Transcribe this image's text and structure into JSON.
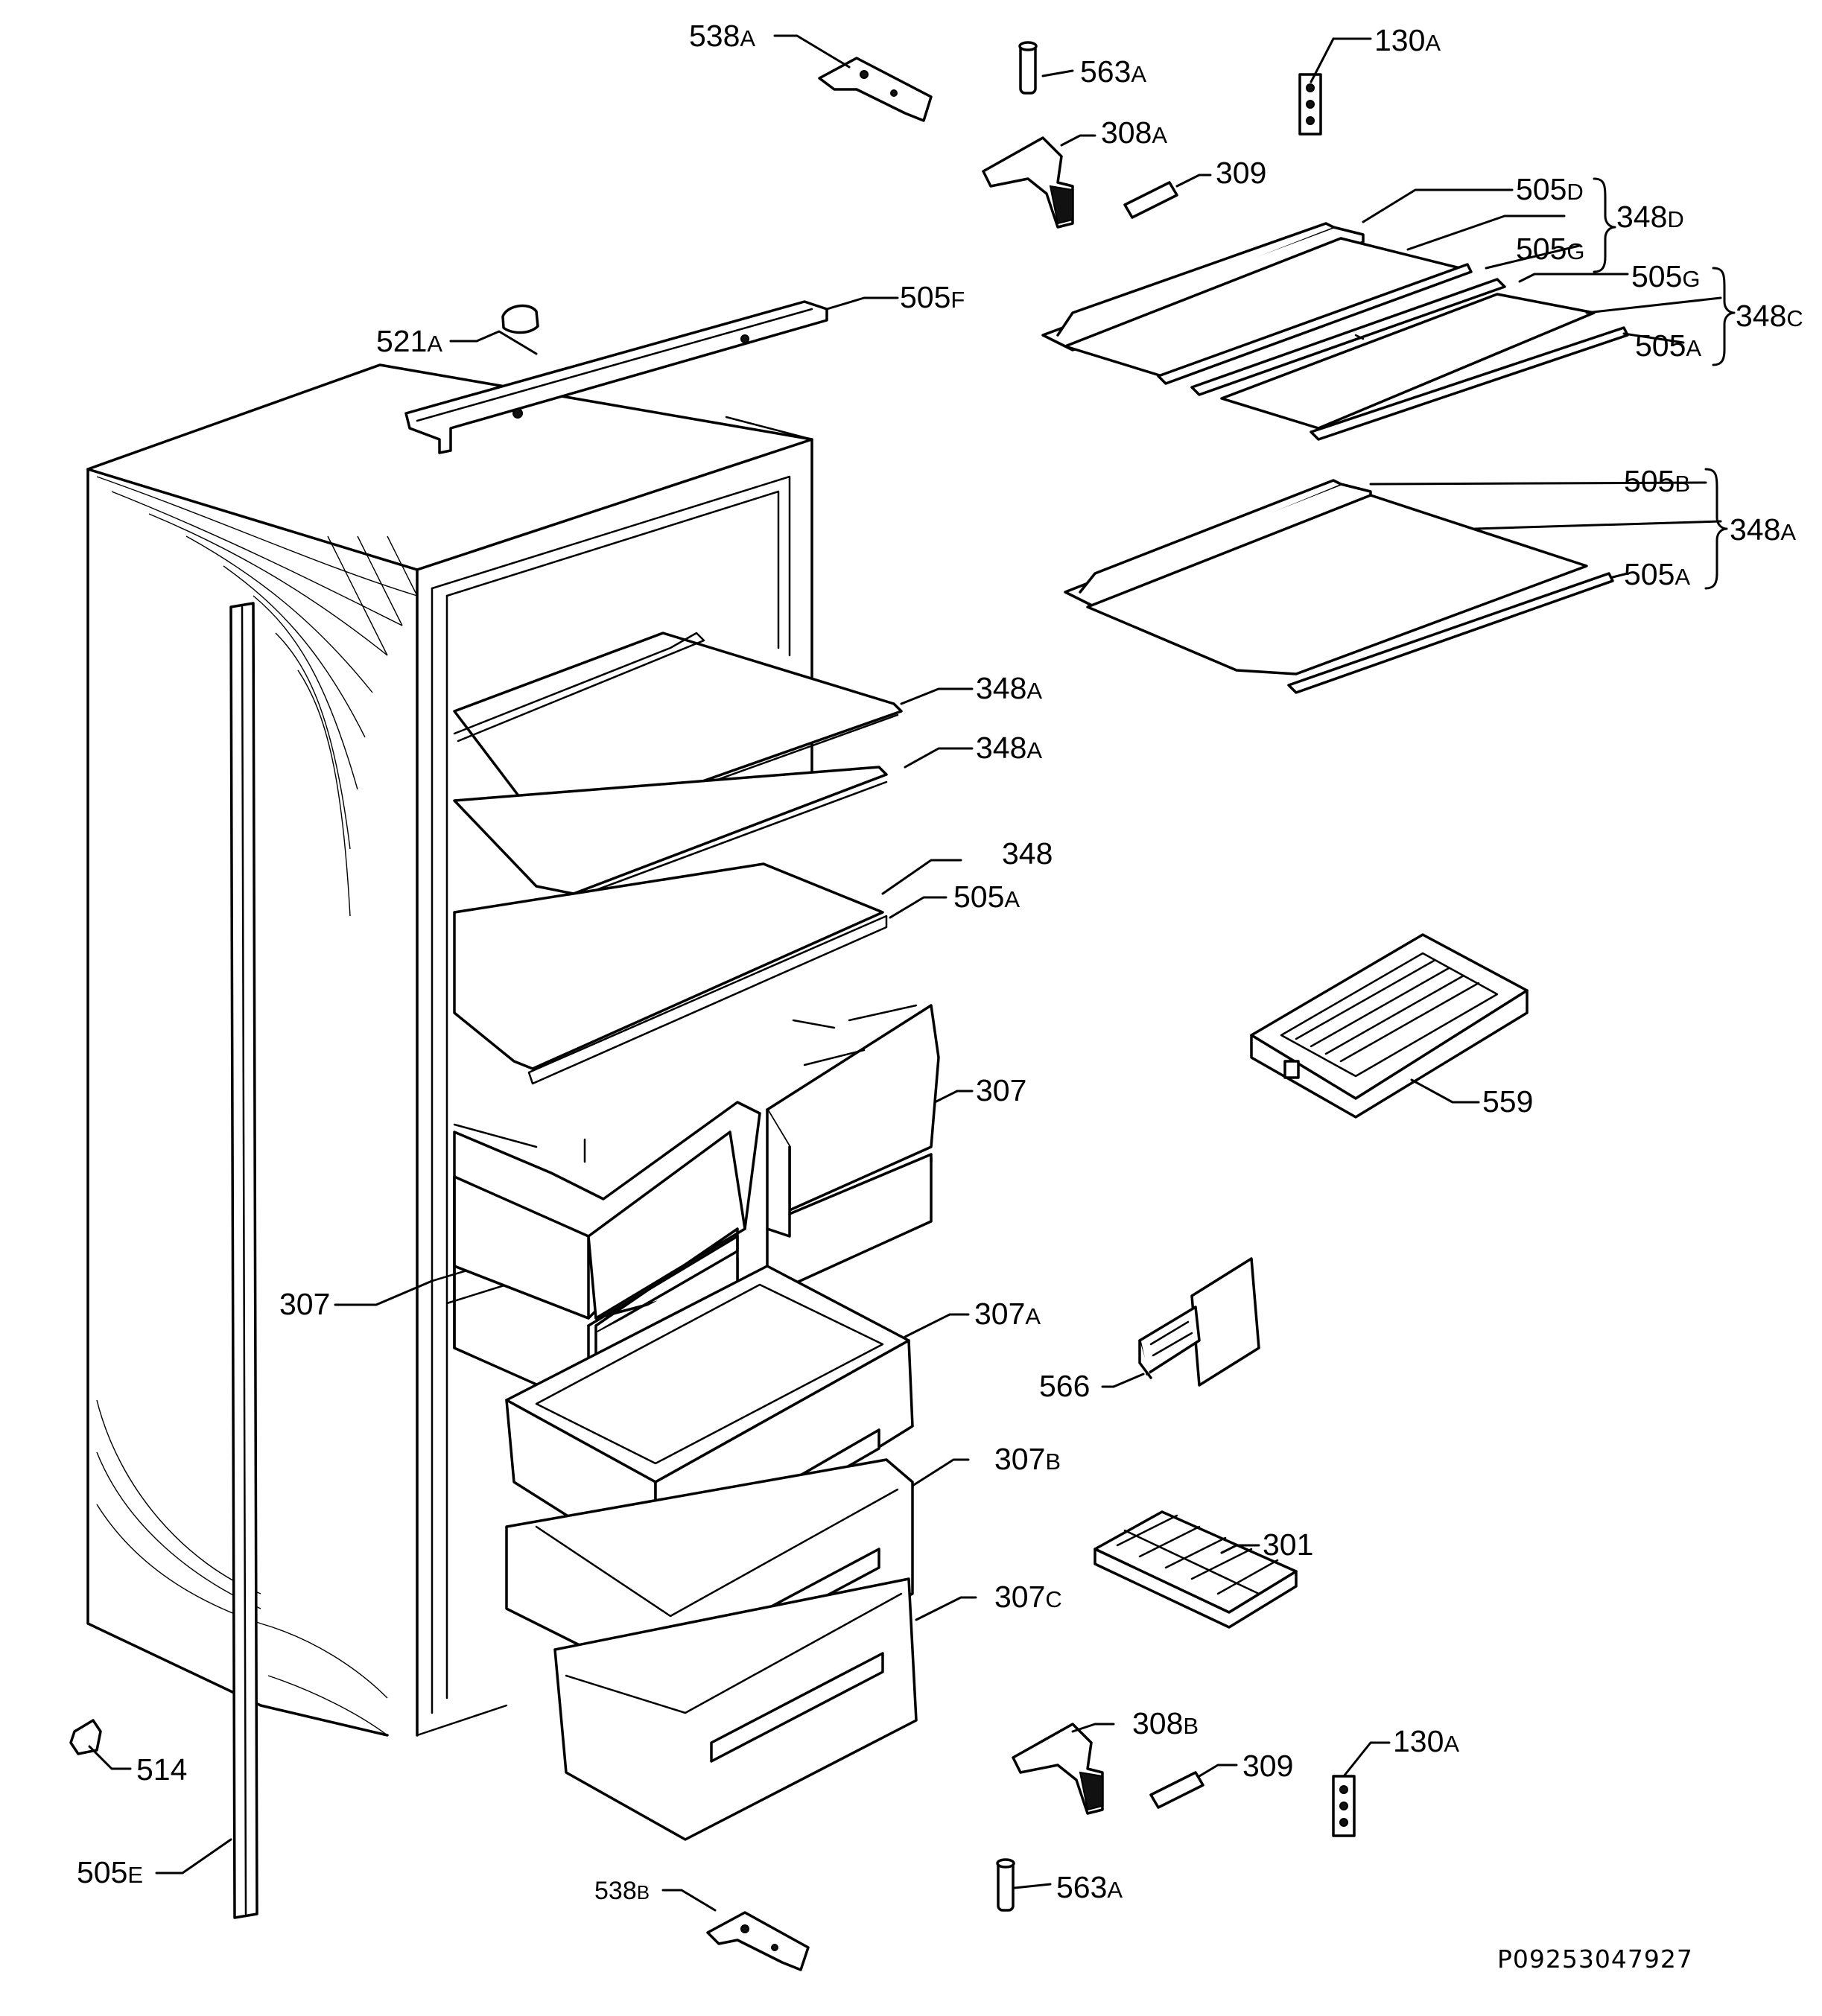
{
  "diagram": {
    "document_code": "P09253047927",
    "labels": [
      {
        "id": "538a",
        "text": "538",
        "suffix": "A"
      },
      {
        "id": "563a-top",
        "text": "563",
        "suffix": "A"
      },
      {
        "id": "130a-top",
        "text": "130",
        "suffix": "A"
      },
      {
        "id": "308a",
        "text": "308",
        "suffix": "A"
      },
      {
        "id": "309-top",
        "text": "309",
        "suffix": ""
      },
      {
        "id": "505d",
        "text": "505",
        "suffix": "D"
      },
      {
        "id": "348d",
        "text": "348",
        "suffix": "D"
      },
      {
        "id": "505g-1",
        "text": "505",
        "suffix": "G"
      },
      {
        "id": "505g-2",
        "text": "505",
        "suffix": "G"
      },
      {
        "id": "348c",
        "text": "348",
        "suffix": "C"
      },
      {
        "id": "505a-1",
        "text": "505",
        "suffix": "A"
      },
      {
        "id": "505f",
        "text": "505",
        "suffix": "F"
      },
      {
        "id": "521a",
        "text": "521",
        "suffix": "A"
      },
      {
        "id": "505b",
        "text": "505",
        "suffix": "B"
      },
      {
        "id": "348a-right",
        "text": "348",
        "suffix": "A"
      },
      {
        "id": "505a-2",
        "text": "505",
        "suffix": "A"
      },
      {
        "id": "348a-1",
        "text": "348",
        "suffix": "A"
      },
      {
        "id": "348a-2",
        "text": "348",
        "suffix": "A"
      },
      {
        "id": "348",
        "text": "348",
        "suffix": ""
      },
      {
        "id": "505a-3",
        "text": "505",
        "suffix": "A"
      },
      {
        "id": "307-right",
        "text": "307",
        "suffix": ""
      },
      {
        "id": "559",
        "text": "559",
        "suffix": ""
      },
      {
        "id": "307-left",
        "text": "307",
        "suffix": ""
      },
      {
        "id": "307a",
        "text": "307",
        "suffix": "A"
      },
      {
        "id": "566",
        "text": "566",
        "suffix": ""
      },
      {
        "id": "307b",
        "text": "307",
        "suffix": "B"
      },
      {
        "id": "301",
        "text": "301",
        "suffix": ""
      },
      {
        "id": "307c",
        "text": "307",
        "suffix": "C"
      },
      {
        "id": "308b",
        "text": "308",
        "suffix": "B"
      },
      {
        "id": "130a-bottom",
        "text": "130",
        "suffix": "A"
      },
      {
        "id": "309-bottom",
        "text": "309",
        "suffix": ""
      },
      {
        "id": "514",
        "text": "514",
        "suffix": ""
      },
      {
        "id": "505e",
        "text": "505",
        "suffix": "E"
      },
      {
        "id": "538b",
        "text": "538",
        "suffix": "B"
      },
      {
        "id": "563a-bottom",
        "text": "563",
        "suffix": "A"
      }
    ]
  }
}
